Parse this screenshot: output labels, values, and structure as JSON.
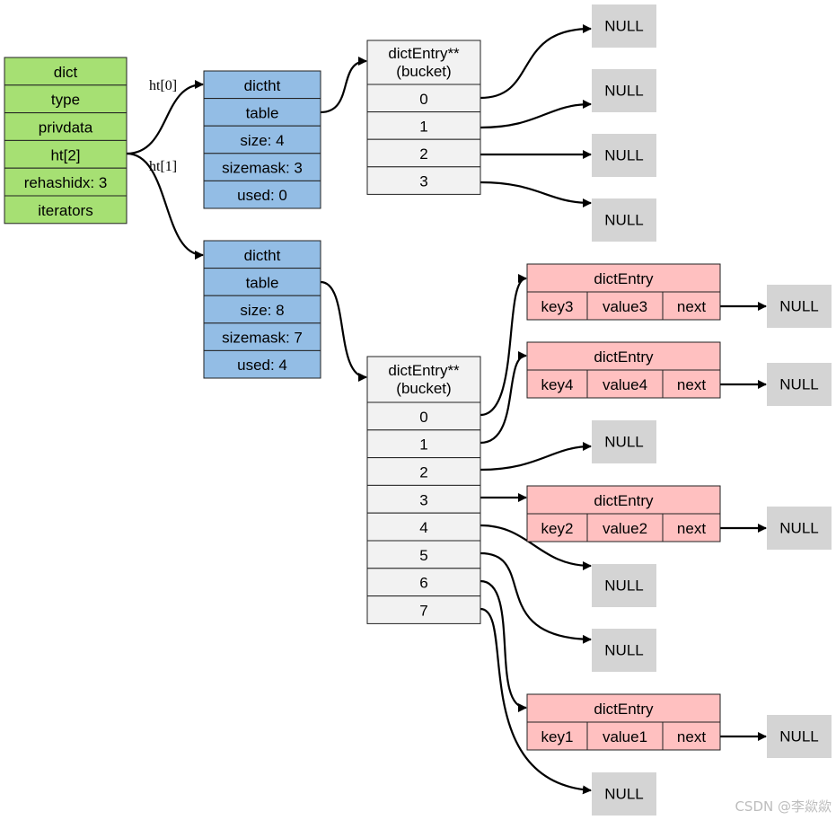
{
  "colors": {
    "dict_fill": "#a6e073",
    "dictht_fill": "#93bde5",
    "bucket_fill": "#f2f2f2",
    "entry_fill": "#ffc0c0",
    "null_fill": "#d4d4d4",
    "line": "#000000"
  },
  "dict": {
    "fields": [
      "dict",
      "type",
      "privdata",
      "ht[2]",
      "rehashidx: 3",
      "iterators"
    ]
  },
  "edge_labels": {
    "ht0": "ht[0]",
    "ht1": "ht[1]"
  },
  "dictht0": {
    "fields": [
      "dictht",
      "table",
      "size: 4",
      "sizemask: 3",
      "used: 0"
    ]
  },
  "dictht1": {
    "fields": [
      "dictht",
      "table",
      "size: 8",
      "sizemask: 7",
      "used: 4"
    ]
  },
  "bucket0": {
    "header": [
      "dictEntry**",
      "(bucket)"
    ],
    "slots": [
      "0",
      "1",
      "2",
      "3"
    ]
  },
  "bucket1": {
    "header": [
      "dictEntry**",
      "(bucket)"
    ],
    "slots": [
      "0",
      "1",
      "2",
      "3",
      "4",
      "5",
      "6",
      "7"
    ]
  },
  "null_label": "NULL",
  "entries": [
    {
      "title": "dictEntry",
      "key": "key3",
      "value": "value3",
      "next": "next"
    },
    {
      "title": "dictEntry",
      "key": "key4",
      "value": "value4",
      "next": "next"
    },
    {
      "title": "dictEntry",
      "key": "key2",
      "value": "value2",
      "next": "next"
    },
    {
      "title": "dictEntry",
      "key": "key1",
      "value": "value1",
      "next": "next"
    }
  ],
  "watermark": "CSDN @李歘歘"
}
